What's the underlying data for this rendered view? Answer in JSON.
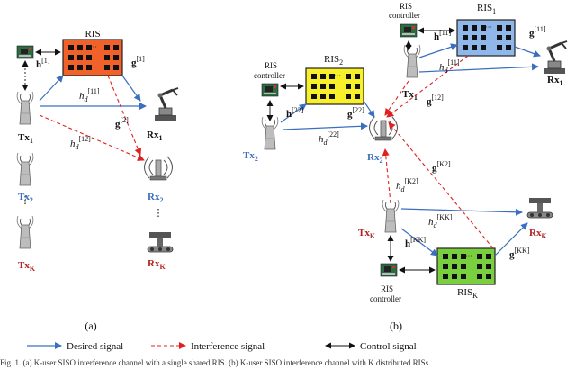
{
  "colors": {
    "desired": "#3a6fc0",
    "interference": "#e02020",
    "ris_a": "#f0622a",
    "ris_b1": "#8fb7ea",
    "ris_b2": "#f7f02a",
    "ris_bk": "#79cf3e",
    "tx_rx_blue": "#3a6fc0",
    "tx_rx_red": "#b22222"
  },
  "panel_a": {
    "ris_label": "RIS",
    "tx1": "Tx",
    "tx1_sub": "1",
    "tx2": "Tx",
    "tx2_sub": "2",
    "txk": "Tx",
    "txk_sub": "K",
    "rx1": "Rx",
    "rx1_sub": "1",
    "rx2": "Rx",
    "rx2_sub": "2",
    "rxk": "Rx",
    "rxk_sub": "K",
    "h1": "h",
    "h1_sup": "[1]",
    "g1": "g",
    "g1_sup": "[1]",
    "g2": "g",
    "g2_sup": "[2]",
    "hd11": "h",
    "hd11_sub": "d",
    "hd11_sup": "[11]",
    "hd12": "h",
    "hd12_sub": "d",
    "hd12_sup": "[12]",
    "ellipsis": "⋮",
    "caption": "(a)"
  },
  "panel_b": {
    "ris1_label": "RIS",
    "ris1_sub": "1",
    "ris2_label": "RIS",
    "ris2_sub": "2",
    "risk_label": "RIS",
    "risk_sub": "K",
    "ris_controller_1": "RIS",
    "ris_controller_2": "controller",
    "tx1": "Tx",
    "tx1_sub": "1",
    "tx2": "Tx",
    "tx2_sub": "2",
    "txk": "Tx",
    "txk_sub": "K",
    "rx1": "Rx",
    "rx1_sub": "1",
    "rx2": "Rx",
    "rx2_sub": "2",
    "rxk": "Rx",
    "rxk_sub": "K",
    "h11": "h",
    "h11_sup": "[11]",
    "g11": "g",
    "g11_sup": "[11]",
    "hd11": "h",
    "hd11_sub": "d",
    "hd11_sup": "[11]",
    "g12": "g",
    "g12_sup": "[12]",
    "h22": "h",
    "h22_sup": "[22]",
    "g22": "g",
    "g22_sup": "[22]",
    "hd22": "h",
    "hd22_sub": "d",
    "hd22_sup": "[22]",
    "gk2": "g",
    "gk2_sup": "[K2]",
    "hdk2": "h",
    "hdk2_sub": "d",
    "hdk2_sup": "[K2]",
    "hdkk": "h",
    "hdkk_sub": "d",
    "hdkk_sup": "[KK]",
    "hkk": "h",
    "hkk_sup": "[KK]",
    "gkk": "g",
    "gkk_sup": "[KK]",
    "ellipsis": "⋮",
    "ris_dots": "···",
    "caption": "(b)"
  },
  "legend": {
    "desired": "Desired signal",
    "interference": "Interference signal",
    "control": "Control signal"
  },
  "caption_line": "Fig. 1. (a) K-user SISO interference channel with a single shared RIS. (b) K-user SISO interference channel with K distributed RISs."
}
